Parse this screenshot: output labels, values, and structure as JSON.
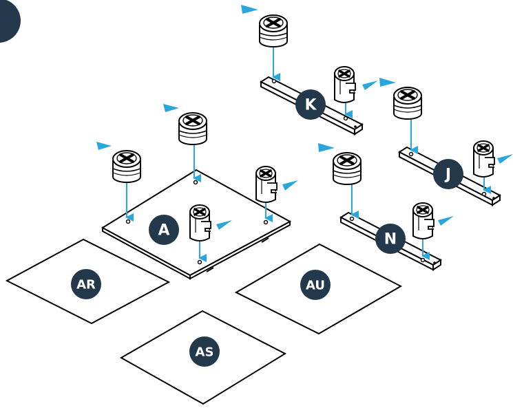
{
  "colors": {
    "badge": "#24384b",
    "badge_text": "#ffffff",
    "arrow": "#2aa6de",
    "line": "#000000",
    "panel_fill": "#ffffff"
  },
  "labels": {
    "A": "A",
    "AR": "AR",
    "AS": "AS",
    "AU": "AU",
    "K": "K",
    "J": "J",
    "N": "N"
  }
}
